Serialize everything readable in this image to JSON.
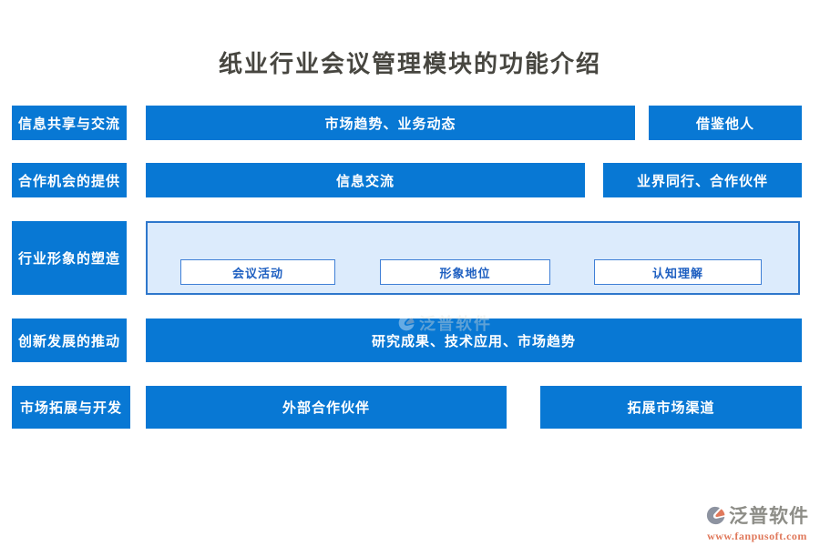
{
  "title": "纸业行业会议管理模块的功能介绍",
  "colors": {
    "primary_blue": "#0878d4",
    "container_fill": "#dcebfc",
    "container_border": "#2e77cc",
    "inner_box_border": "#3f7fd6",
    "inner_box_text": "#1e5fc1",
    "title_color": "#474640",
    "logo_gray": "#8d8d87",
    "logo_orange": "#e0795c"
  },
  "diagram": {
    "row1": {
      "left": "信息共享与交流",
      "middle": "市场趋势、业务动态",
      "right": "借鉴他人"
    },
    "row2": {
      "left": "合作机会的提供",
      "middle": "信息交流",
      "right": "业界同行、合作伙伴"
    },
    "row3": {
      "left": "行业形象的塑造",
      "items": [
        "会议活动",
        "形象地位",
        "认知理解"
      ]
    },
    "row4": {
      "left": "创新发展的推动",
      "bar": "研究成果、技术应用、市场趋势"
    },
    "row5": {
      "left": "市场拓展与开发",
      "middle": "外部合作伙伴",
      "right": "拓展市场渠道"
    }
  },
  "watermark": {
    "text": "泛普软件"
  },
  "logo": {
    "name": "泛普软件",
    "url": "www.fanpusoft.com"
  }
}
